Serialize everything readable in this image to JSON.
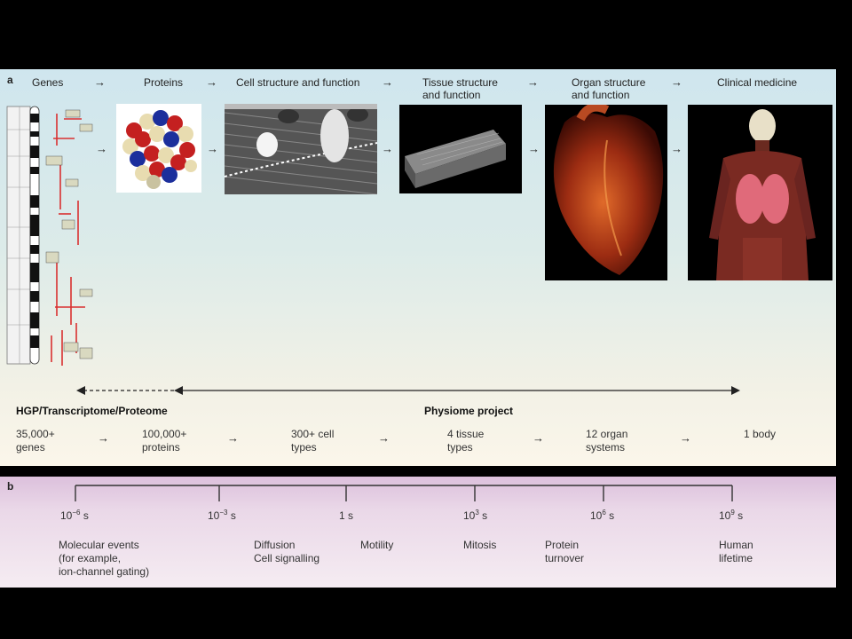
{
  "panel_a": {
    "label": "a",
    "stages": [
      {
        "label": "Genes"
      },
      {
        "label": "Proteins"
      },
      {
        "label": "Cell structure and function"
      },
      {
        "label": "Tissue structure\nand function"
      },
      {
        "label": "Organ structure\nand function"
      },
      {
        "label": "Clinical medicine"
      }
    ],
    "projects": {
      "left": "HGP/Transcriptome/Proteome",
      "right": "Physiome project"
    },
    "counts": [
      {
        "line1": "35,000+",
        "line2": "genes"
      },
      {
        "line1": "100,000+",
        "line2": "proteins"
      },
      {
        "line1": "300+ cell",
        "line2": "types"
      },
      {
        "line1": "4 tissue",
        "line2": "types"
      },
      {
        "line1": "12 organ",
        "line2": "systems"
      },
      {
        "line1": "1 body",
        "line2": ""
      }
    ],
    "arrow_glyph": "→"
  },
  "panel_b": {
    "label": "b",
    "ticks": [
      {
        "base": "10",
        "exp": "−6",
        "unit": " s"
      },
      {
        "base": "10",
        "exp": "−3",
        "unit": " s"
      },
      {
        "base": "1",
        "exp": "",
        "unit": " s"
      },
      {
        "base": "10",
        "exp": "3",
        "unit": " s"
      },
      {
        "base": "10",
        "exp": "6",
        "unit": " s"
      },
      {
        "base": "10",
        "exp": "9",
        "unit": " s"
      }
    ],
    "events": [
      "Molecular events\n(for example,\nion-channel gating)",
      "Diffusion\nCell signalling",
      "Motility",
      "Mitosis",
      "Protein\nturnover",
      "Human\nlifetime"
    ]
  },
  "colors": {
    "panel_a_top": "#cfe6ee",
    "panel_b_top": "#dcc0dc",
    "gene_marker": "#d93030"
  }
}
